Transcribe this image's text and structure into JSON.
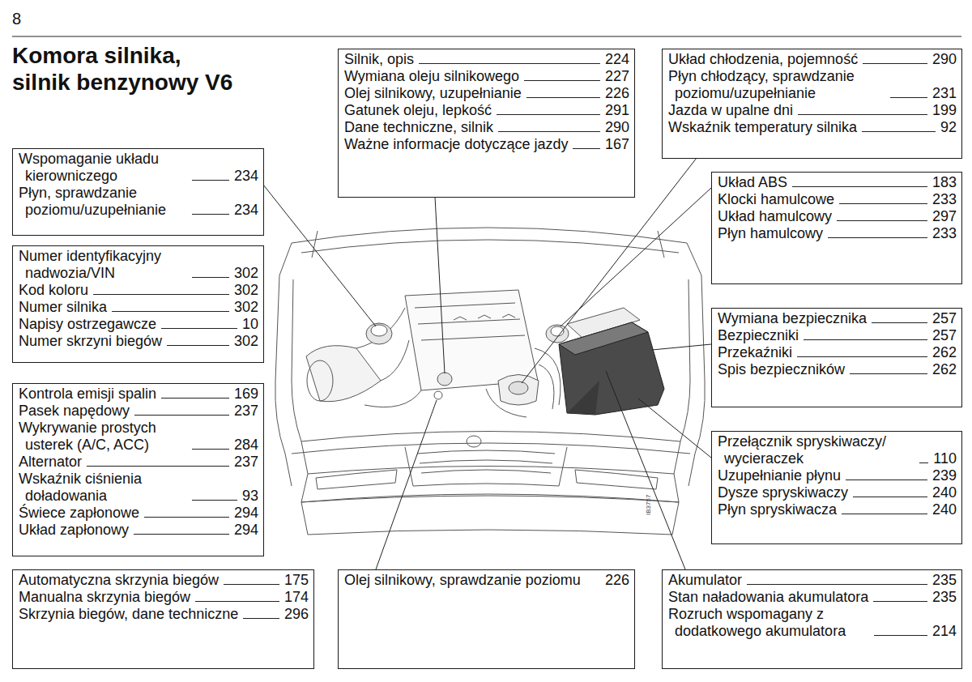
{
  "diagram": {
    "title": "Komora silnika, silnik benzynowy V6",
    "nodes": [
      {
        "text": [
          "Silnik, opis",
          "224",
          "Wymiana oleju silnikowego",
          "227",
          "Olej silnikowy, uzupełnianie",
          "226",
          "Gatunek oleju, lepkość",
          "291",
          "Dane techniczne, silnik",
          "290",
          "Ważne informacje dotyczące jazdy",
          "167"
        ]
      },
      {
        "text": [
          "Układ chłodzenia, pojemność",
          "290",
          "Płyn chłodzący, sprawdzanie poziomu/uzupełnianie",
          "231",
          "Jazda w upalne dni",
          "199",
          "Wskaźnik temperatury silnika",
          "92"
        ]
      },
      {
        "text": [
          "Wspomaganie układu kierowniczego",
          "234",
          "Płyn, sprawdzanie poziomu/uzupełnianie",
          "234"
        ]
      },
      {
        "text": [
          "Układ ABS",
          "183",
          "Klocki hamulcowe",
          "233",
          "Układ hamulcowy",
          "297",
          "Płyn hamulcowy",
          "233"
        ]
      },
      {
        "text": [
          "Numer identyfikacyjny nadwozia/VIN",
          "302",
          "Kod koloru",
          "302",
          "Numer silnika",
          "302",
          "Napisy ostrzegawcze",
          "10",
          "Numer skrzyni biegów",
          "302"
        ]
      },
      {
        "text": [
          "Wymiana bezpiecznika",
          "257",
          "Bezpieczniki",
          "257",
          "Przekaźniki",
          "262",
          "Spis bezpieczników",
          "262"
        ]
      },
      {
        "text": [
          "Kontrola emisji spalin",
          "169",
          "Pasek napędowy",
          "237",
          "Wykrywanie prostych usterek (A/C, ACC)",
          "284",
          "Alternator",
          "237",
          "Wskaźnik ciśnienia doładowania",
          "93",
          "Świece zapłonowe",
          "294",
          "Układ zapłonowy",
          "294"
        ]
      },
      {
        "text": [
          "Przełącznik spryskiwaczy/ wycieraczek",
          "110",
          "Uzupełnianie płynu",
          "239",
          "Dysze spryskiwaczy",
          "240",
          "Płyn spryskiwacza",
          "240"
        ]
      },
      {
        "text": [
          "Automatyczna skrzynia biegów",
          "175",
          "Manualna skrzynia biegów",
          "174",
          "Skrzynia biegów, dane techniczne",
          "296"
        ]
      },
      {
        "text": [
          "Olej silnikowy, sprawdzanie poziomu",
          "226"
        ]
      },
      {
        "text": [
          "Akumulator",
          "235",
          "Stan naładowania akumulatora",
          "235",
          "Rozruch wspomagany z dodatkowego akumulatora",
          "214"
        ]
      }
    ],
    "labels": [
      "8",
      "IB3757"
    ]
  }
}
